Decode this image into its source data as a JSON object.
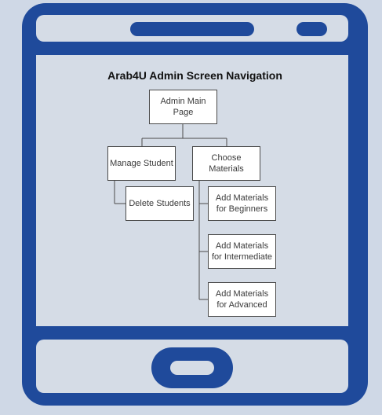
{
  "colors": {
    "frame_blue": "#1f4a9b",
    "screen_bg": "#d5dce6",
    "body_bg": "#cfd8e6",
    "node_border": "#4a4a4a",
    "connector": "#4a4a4a"
  },
  "diagram": {
    "title": "Arab4U Admin Screen Navigation",
    "nodes": {
      "admin_main_page": "Admin Main\nPage",
      "manage_student": "Manage Student",
      "choose_materials": "Choose\nMaterials",
      "delete_students": "Delete Students",
      "add_beginners": "Add Materials\nfor Beginners",
      "add_intermediate": "Add Materials\nfor Intermediate",
      "add_advanced": "Add Materials\nfor Advanced"
    }
  },
  "icons": {
    "speaker": "speaker-slot-icon",
    "camera": "camera-dot-icon",
    "home": "home-button-icon"
  }
}
